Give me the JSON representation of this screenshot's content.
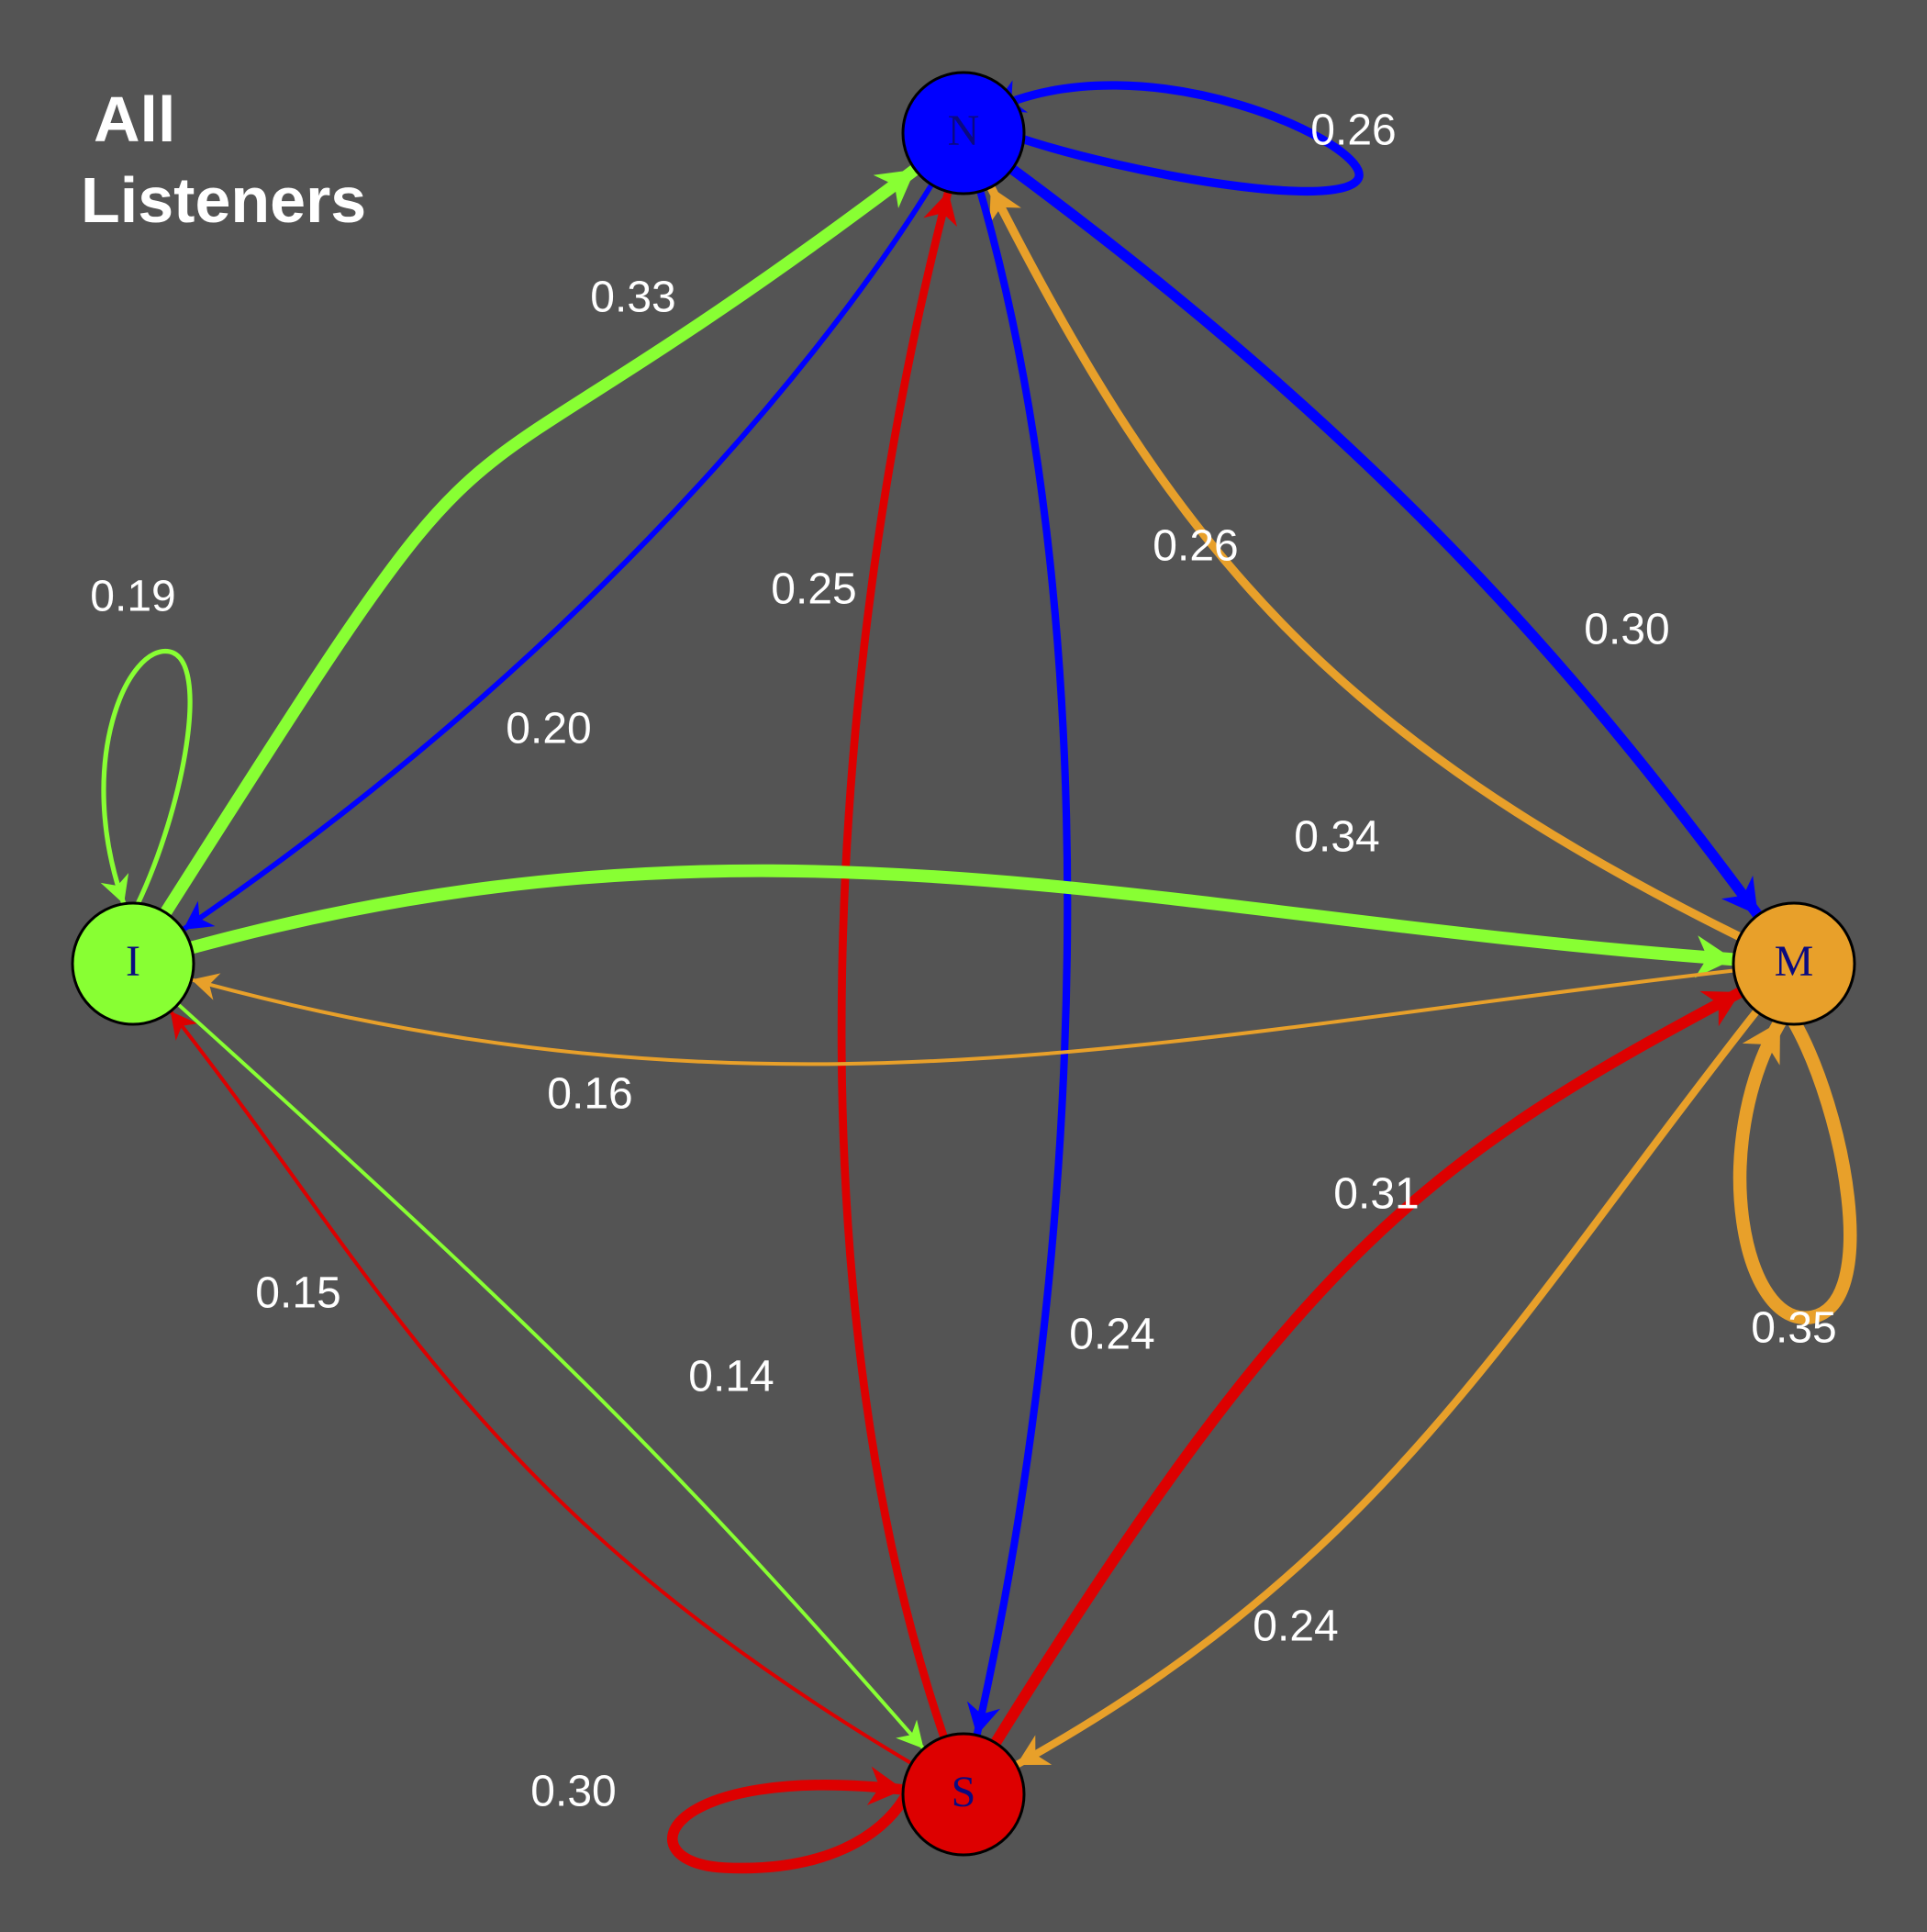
{
  "title": {
    "line1": "All",
    "line2": "Listeners"
  },
  "colors": {
    "background": "#545454",
    "N": "#0000ff",
    "I": "#88ff33",
    "M": "#e8a02a",
    "S": "#dd0000"
  },
  "nodes": [
    {
      "id": "N",
      "label": "N"
    },
    {
      "id": "I",
      "label": "I"
    },
    {
      "id": "M",
      "label": "M"
    },
    {
      "id": "S",
      "label": "S"
    }
  ],
  "edges": [
    {
      "from": "N",
      "to": "N",
      "weight": 0.26,
      "label": "0.26"
    },
    {
      "from": "I",
      "to": "I",
      "weight": 0.19,
      "label": "0.19"
    },
    {
      "from": "M",
      "to": "M",
      "weight": 0.35,
      "label": "0.35"
    },
    {
      "from": "S",
      "to": "S",
      "weight": 0.3,
      "label": "0.30"
    },
    {
      "from": "I",
      "to": "N",
      "weight": 0.33,
      "label": "0.33"
    },
    {
      "from": "N",
      "to": "I",
      "weight": 0.2,
      "label": "0.20"
    },
    {
      "from": "N",
      "to": "M",
      "weight": 0.3,
      "label": "0.30"
    },
    {
      "from": "M",
      "to": "N",
      "weight": 0.26,
      "label": "0.26"
    },
    {
      "from": "S",
      "to": "N",
      "weight": 0.25,
      "label": "0.25"
    },
    {
      "from": "N",
      "to": "S",
      "weight": 0.24,
      "label": "0.24"
    },
    {
      "from": "I",
      "to": "M",
      "weight": 0.34,
      "label": "0.34"
    },
    {
      "from": "M",
      "to": "I",
      "weight": 0.16,
      "label": "0.16"
    },
    {
      "from": "S",
      "to": "I",
      "weight": 0.15,
      "label": "0.15"
    },
    {
      "from": "I",
      "to": "S",
      "weight": 0.14,
      "label": "0.14"
    },
    {
      "from": "S",
      "to": "M",
      "weight": 0.31,
      "label": "0.31"
    },
    {
      "from": "M",
      "to": "S",
      "weight": 0.24,
      "label": "0.24"
    }
  ]
}
